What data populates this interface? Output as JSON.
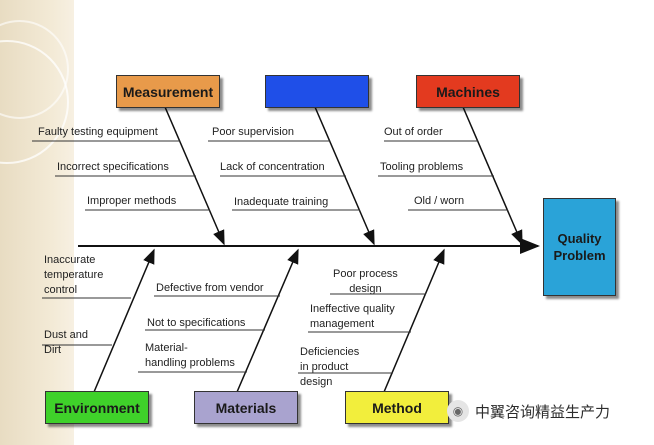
{
  "effect": "Quality\nProblem",
  "categories": {
    "measurement": "Measurement",
    "top_middle": "",
    "machines": "Machines",
    "environment": "Environment",
    "materials": "Materials",
    "method": "Method"
  },
  "causes": {
    "measurement": [
      "Faulty testing equipment",
      "Incorrect specifications",
      "Improper methods"
    ],
    "top_middle": [
      "Poor supervision",
      "Lack of concentration",
      "Inadequate training"
    ],
    "machines": [
      "Out of order",
      "Tooling problems",
      "Old / worn"
    ],
    "environment": [
      "Inaccurate\ntemperature\ncontrol",
      "Dust and\nDirt"
    ],
    "materials": [
      "Defective from vendor",
      "Not to specifications",
      "Material-\nhandling problems"
    ],
    "method": [
      "Poor process\ndesign",
      "Ineffective quality\nmanagement",
      "Deficiencies\nin product\ndesign"
    ]
  },
  "colors": {
    "measurement": "#e89a4a",
    "top_middle": "#1f4fe8",
    "machines": "#e33a1f",
    "environment": "#3fd12a",
    "materials": "#a9a3cf",
    "method": "#f2ee3c",
    "effect": "#2aa3d8"
  },
  "watermark": {
    "icon": "wechat-icon",
    "text": "中翼咨询精益生产力"
  }
}
